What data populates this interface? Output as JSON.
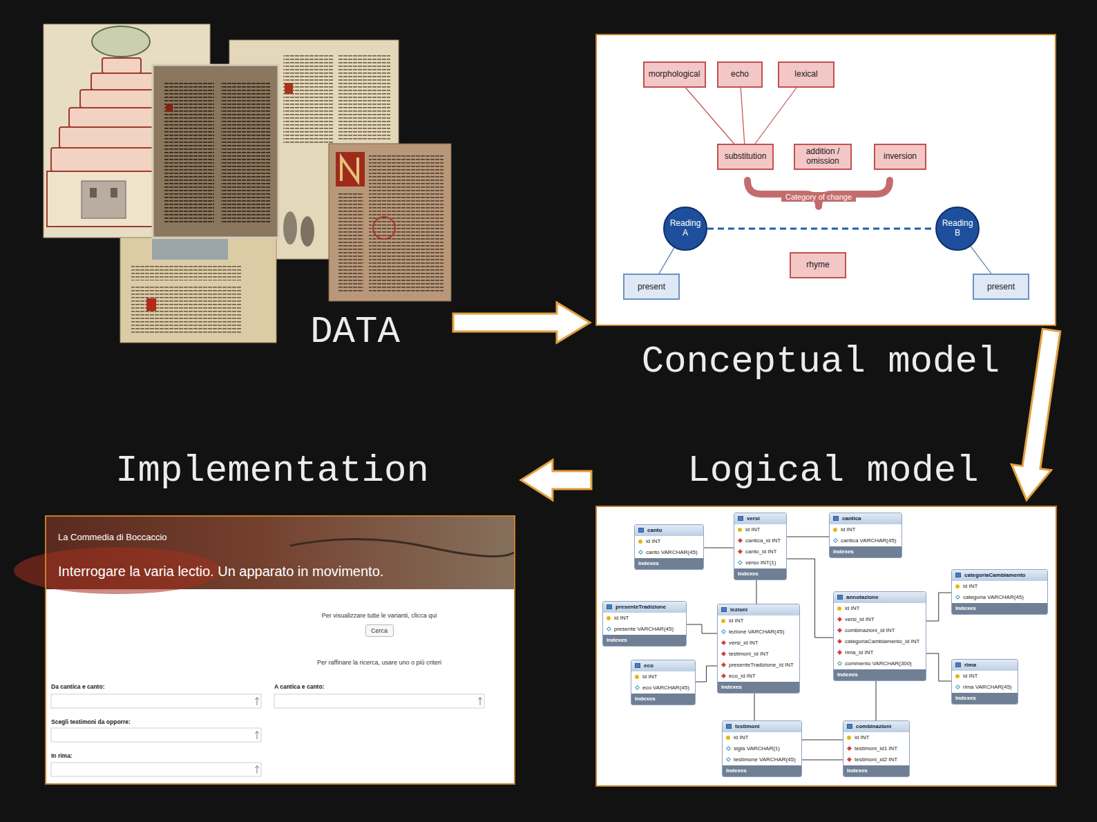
{
  "diagram": {
    "nodes": [
      {
        "text": [
          "DATA"
        ]
      },
      {
        "text": [
          "Conceptual model"
        ]
      },
      {
        "text": [
          "morphological"
        ],
        "in": 1
      },
      {
        "text": [
          "echo"
        ],
        "in": 1
      },
      {
        "text": [
          "lexical"
        ],
        "in": 1
      },
      {
        "text": [
          "substitution"
        ],
        "in": 1
      },
      {
        "text": [
          "addition / omission"
        ],
        "in": 1
      },
      {
        "text": [
          "inversion"
        ],
        "in": 1
      },
      {
        "text": [
          "Reading A"
        ],
        "in": 1
      },
      {
        "text": [
          "Reading B"
        ],
        "in": 1
      },
      {
        "text": [
          "rhyme"
        ],
        "in": 1
      },
      {
        "text": [
          "present"
        ],
        "in": 1
      },
      {
        "text": [
          "present"
        ],
        "in": 1
      },
      {
        "text": [
          "Logical model"
        ]
      },
      {
        "text": [
          "canto",
          "id INT",
          "canto VARCHAR(45)",
          "Indexes"
        ],
        "in": 13
      },
      {
        "text": [
          "versi",
          "id INT",
          "cantica_id INT",
          "canto_id INT",
          "verso INT(1)",
          "Indexes"
        ],
        "in": 13
      },
      {
        "text": [
          "cantica",
          "id INT",
          "cantica VARCHAR(45)",
          "Indexes"
        ],
        "in": 13
      },
      {
        "text": [
          "categoriaCambiamento",
          "id INT",
          "categoria VARCHAR(45)",
          "Indexes"
        ],
        "in": 13
      },
      {
        "text": [
          "presenteTradizione",
          "id INT",
          "presente VARCHAR(45)",
          "Indexes"
        ],
        "in": 13
      },
      {
        "text": [
          "lezioni",
          "id INT",
          "lezione VARCHAR(45)",
          "versi_id INT",
          "testimoni_id INT",
          "presenteTradizione_id INT",
          "eco_id INT",
          "Indexes"
        ],
        "in": 13
      },
      {
        "text": [
          "annotazione",
          "id INT",
          "versi_id INT",
          "combinazioni_id INT",
          "categoriaCambiamento_id INT",
          "rima_id INT",
          "commento VARCHAR(300)",
          "Indexes"
        ],
        "in": 13
      },
      {
        "text": [
          "eco",
          "id INT",
          "eco VARCHAR(45)",
          "Indexes"
        ],
        "in": 13
      },
      {
        "text": [
          "rima",
          "id INT",
          "rima VARCHAR(45)",
          "Indexes"
        ],
        "in": 13
      },
      {
        "text": [
          "testimoni",
          "id INT",
          "sigla VARCHAR(1)",
          "testimone VARCHAR(45)",
          "Indexes"
        ],
        "in": 13
      },
      {
        "text": [
          "combinazioni",
          "id INT",
          "testimoni_id1 INT",
          "testimoni_id2 INT",
          "Indexes"
        ],
        "in": 13
      },
      {
        "text": [
          "Implementation"
        ]
      },
      {
        "text": [
          "Cerca"
        ],
        "in": 25
      }
    ],
    "edges": [
      {
        "from": 0,
        "to": 1,
        "arrow": "to"
      },
      {
        "from": 1,
        "to": 13,
        "arrow": "to"
      },
      {
        "from": 13,
        "to": 25,
        "arrow": "to"
      },
      {
        "from": 2,
        "to": 5,
        "arrow": "none"
      },
      {
        "from": 3,
        "to": 5,
        "arrow": "none"
      },
      {
        "from": 4,
        "to": 5,
        "arrow": "none"
      },
      {
        "from": 8,
        "to": 9,
        "arrow": "none"
      },
      {
        "from": 8,
        "to": 11,
        "arrow": "none"
      },
      {
        "from": 9,
        "to": 12,
        "arrow": "none"
      },
      {
        "from": 14,
        "to": 15,
        "arrow": "none"
      },
      {
        "from": 15,
        "to": 16,
        "arrow": "none"
      },
      {
        "from": 15,
        "to": 19,
        "arrow": "none"
      },
      {
        "from": 15,
        "to": 20,
        "arrow": "none"
      },
      {
        "from": 18,
        "to": 19,
        "arrow": "none"
      },
      {
        "from": 21,
        "to": 19,
        "arrow": "none"
      },
      {
        "from": 19,
        "to": 23,
        "arrow": "none"
      },
      {
        "from": 20,
        "to": 17,
        "arrow": "none"
      },
      {
        "from": 20,
        "to": 22,
        "arrow": "none"
      },
      {
        "from": 20,
        "to": 24,
        "arrow": "none"
      },
      {
        "from": 23,
        "to": 24,
        "arrow": "none"
      },
      {
        "from": 23,
        "to": 24,
        "arrow": "none"
      }
    ],
    "labels": [
      "Category of change",
      "La Commedia di Boccaccio",
      "Interrogare la varia lectio. Un apparato in movimento.",
      "Per visualizzare tutte le varianti, clicca qui",
      "Per raffinare la ricerca, usare uno o più criteri",
      "Da cantica e canto:",
      "A cantica e canto:",
      "Scegli testimoni da opporre:",
      "In rima:"
    ]
  }
}
